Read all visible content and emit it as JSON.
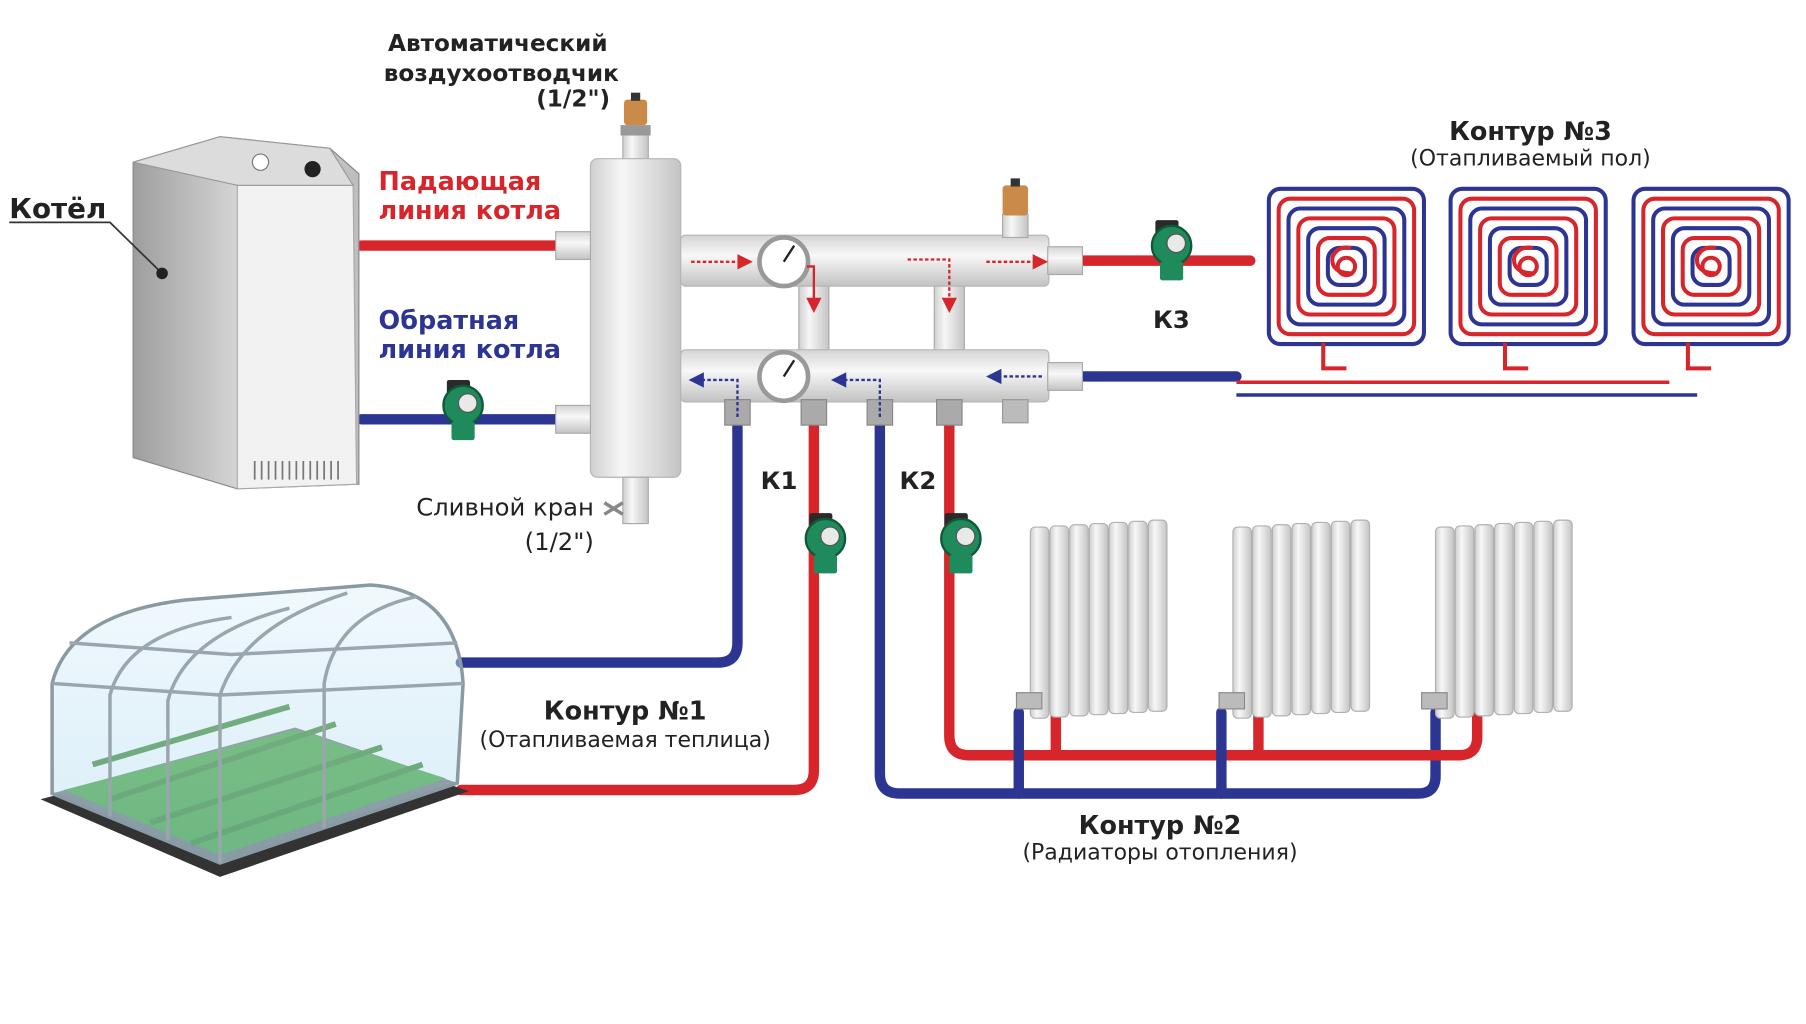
{
  "labels": {
    "boiler": "Котёл",
    "air_vent_line1": "Автоматический",
    "air_vent_line2": "воздухоотводчик",
    "air_vent_line3": "(1/2\")",
    "supply_line1": "Падающая",
    "supply_line2": "линия котла",
    "return_line1": "Обратная",
    "return_line2": "линия котла",
    "drain_line1": "Сливной кран",
    "drain_line2": "(1/2\")",
    "k1": "К1",
    "k2": "К2",
    "k3": "К3",
    "contour1_title": "Контур №1",
    "contour1_sub": "(Отапливаемая теплица)",
    "contour2_title": "Контур №2",
    "contour2_sub": "(Радиаторы отопления)",
    "contour3_title": "Контур №3",
    "contour3_sub": "(Отапливаемый пол)"
  },
  "colors": {
    "hot": "#d7262b",
    "cold": "#2c3592",
    "supply_text": "#d7262b",
    "return_text": "#2c3592",
    "text": "#222222",
    "metal": "#e6e6e6",
    "pump": "#1f8a5b",
    "brass": "#c98a4a"
  }
}
